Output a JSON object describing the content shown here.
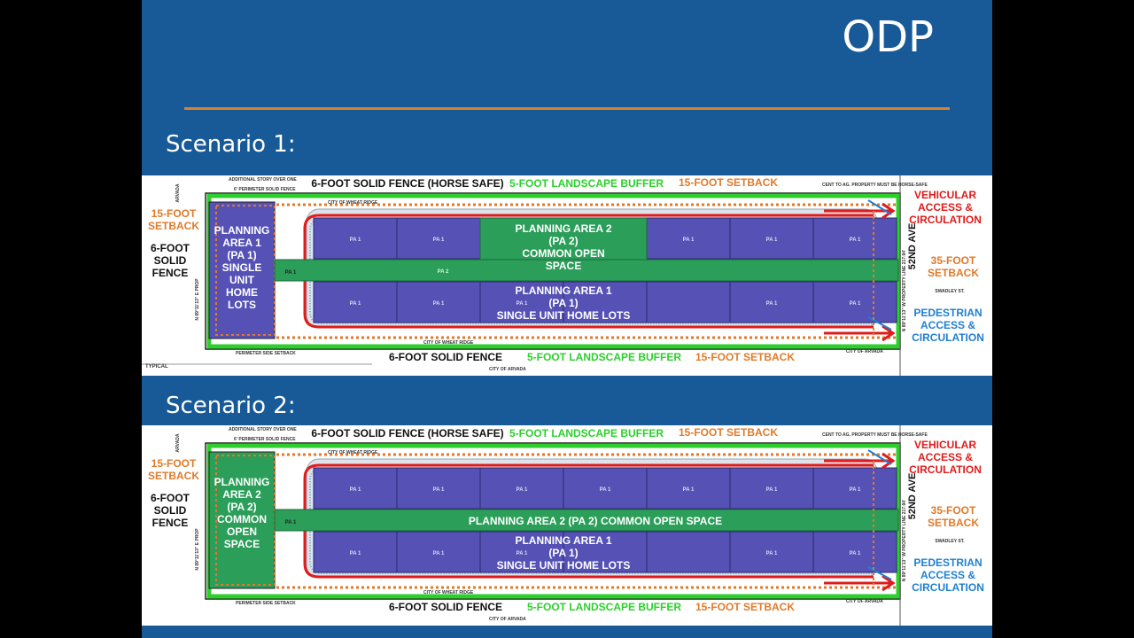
{
  "slide": {
    "title": "ODP"
  },
  "colors": {
    "background": "#185a98",
    "rule": "#d9822b",
    "pa1": "#5551b5",
    "pa2": "#2b9e59",
    "buffer": "#2dcf2d",
    "setback": "#e07a2a",
    "vehicular": "#e01b1b",
    "pedestrian": "#1f7fd1"
  },
  "common": {
    "top_fence": "6-FOOT SOLID FENCE (HORSE SAFE)",
    "landscape_buffer": "5-FOOT LANDSCAPE BUFFER",
    "setback_15": "15-FOOT SETBACK",
    "bottom_fence": "6-FOOT SOLID FENCE",
    "left_setback": [
      "15-FOOT",
      "SETBACK"
    ],
    "left_fence": [
      "6-FOOT",
      "SOLID",
      "FENCE"
    ],
    "vehicular": [
      "VEHICULAR",
      "ACCESS &",
      "CIRCULATION"
    ],
    "setback_35": [
      "35-FOOT",
      "SETBACK"
    ],
    "pedestrian": [
      "PEDESTRIAN",
      "ACCESS &",
      "CIRCULATION"
    ],
    "street": "52ND AVE",
    "street_small": "SWADLEY ST.",
    "city_wheat_ridge": "CITY OF WHEAT RIDGE",
    "city_arvada": "CITY OF ARVADA",
    "perimeter_side_setback": "PERIMETER SIDE SETBACK",
    "horse_safe_note": "CENT TO AG. PROPERTY MUST BE HORSE-SAFE",
    "additional_story": "ADDITIONAL STORY OVER ONE",
    "perimeter_solid_fence": "6' PERIMETER SOLID FENCE",
    "pa1_lot": "PA 1",
    "pa2_strip": "PA 2",
    "typical": "TYPICAL",
    "arvada_v": "ARVADA",
    "bearing_left": "N 89°11'13\" E PROP",
    "bearing_right": "N 89°11'13\" W PROPERTY LINE 217.94'"
  },
  "scenarios": [
    {
      "heading": "Scenario 1:",
      "left_block_type": "pa1",
      "left_block_label": [
        "PLANNING",
        "AREA 1",
        "(PA 1)",
        "SINGLE",
        "UNIT",
        "HOME",
        "LOTS"
      ],
      "center_open_space_label": [
        "PLANNING AREA 2",
        "(PA 2)",
        "COMMON OPEN",
        "SPACE"
      ],
      "strip_label": "",
      "bottom_row_label": [
        "PLANNING AREA 1",
        "(PA 1)",
        "SINGLE UNIT HOME LOTS"
      ]
    },
    {
      "heading": "Scenario 2:",
      "left_block_type": "pa2",
      "left_block_label": [
        "PLANNING",
        "AREA 2",
        "(PA 2)",
        "COMMON",
        "OPEN",
        "SPACE"
      ],
      "center_open_space_label": [],
      "strip_label": "PLANNING AREA 2 (PA 2) COMMON OPEN SPACE",
      "bottom_row_label": [
        "PLANNING AREA 1",
        "(PA 1)",
        "SINGLE UNIT HOME LOTS"
      ]
    }
  ]
}
